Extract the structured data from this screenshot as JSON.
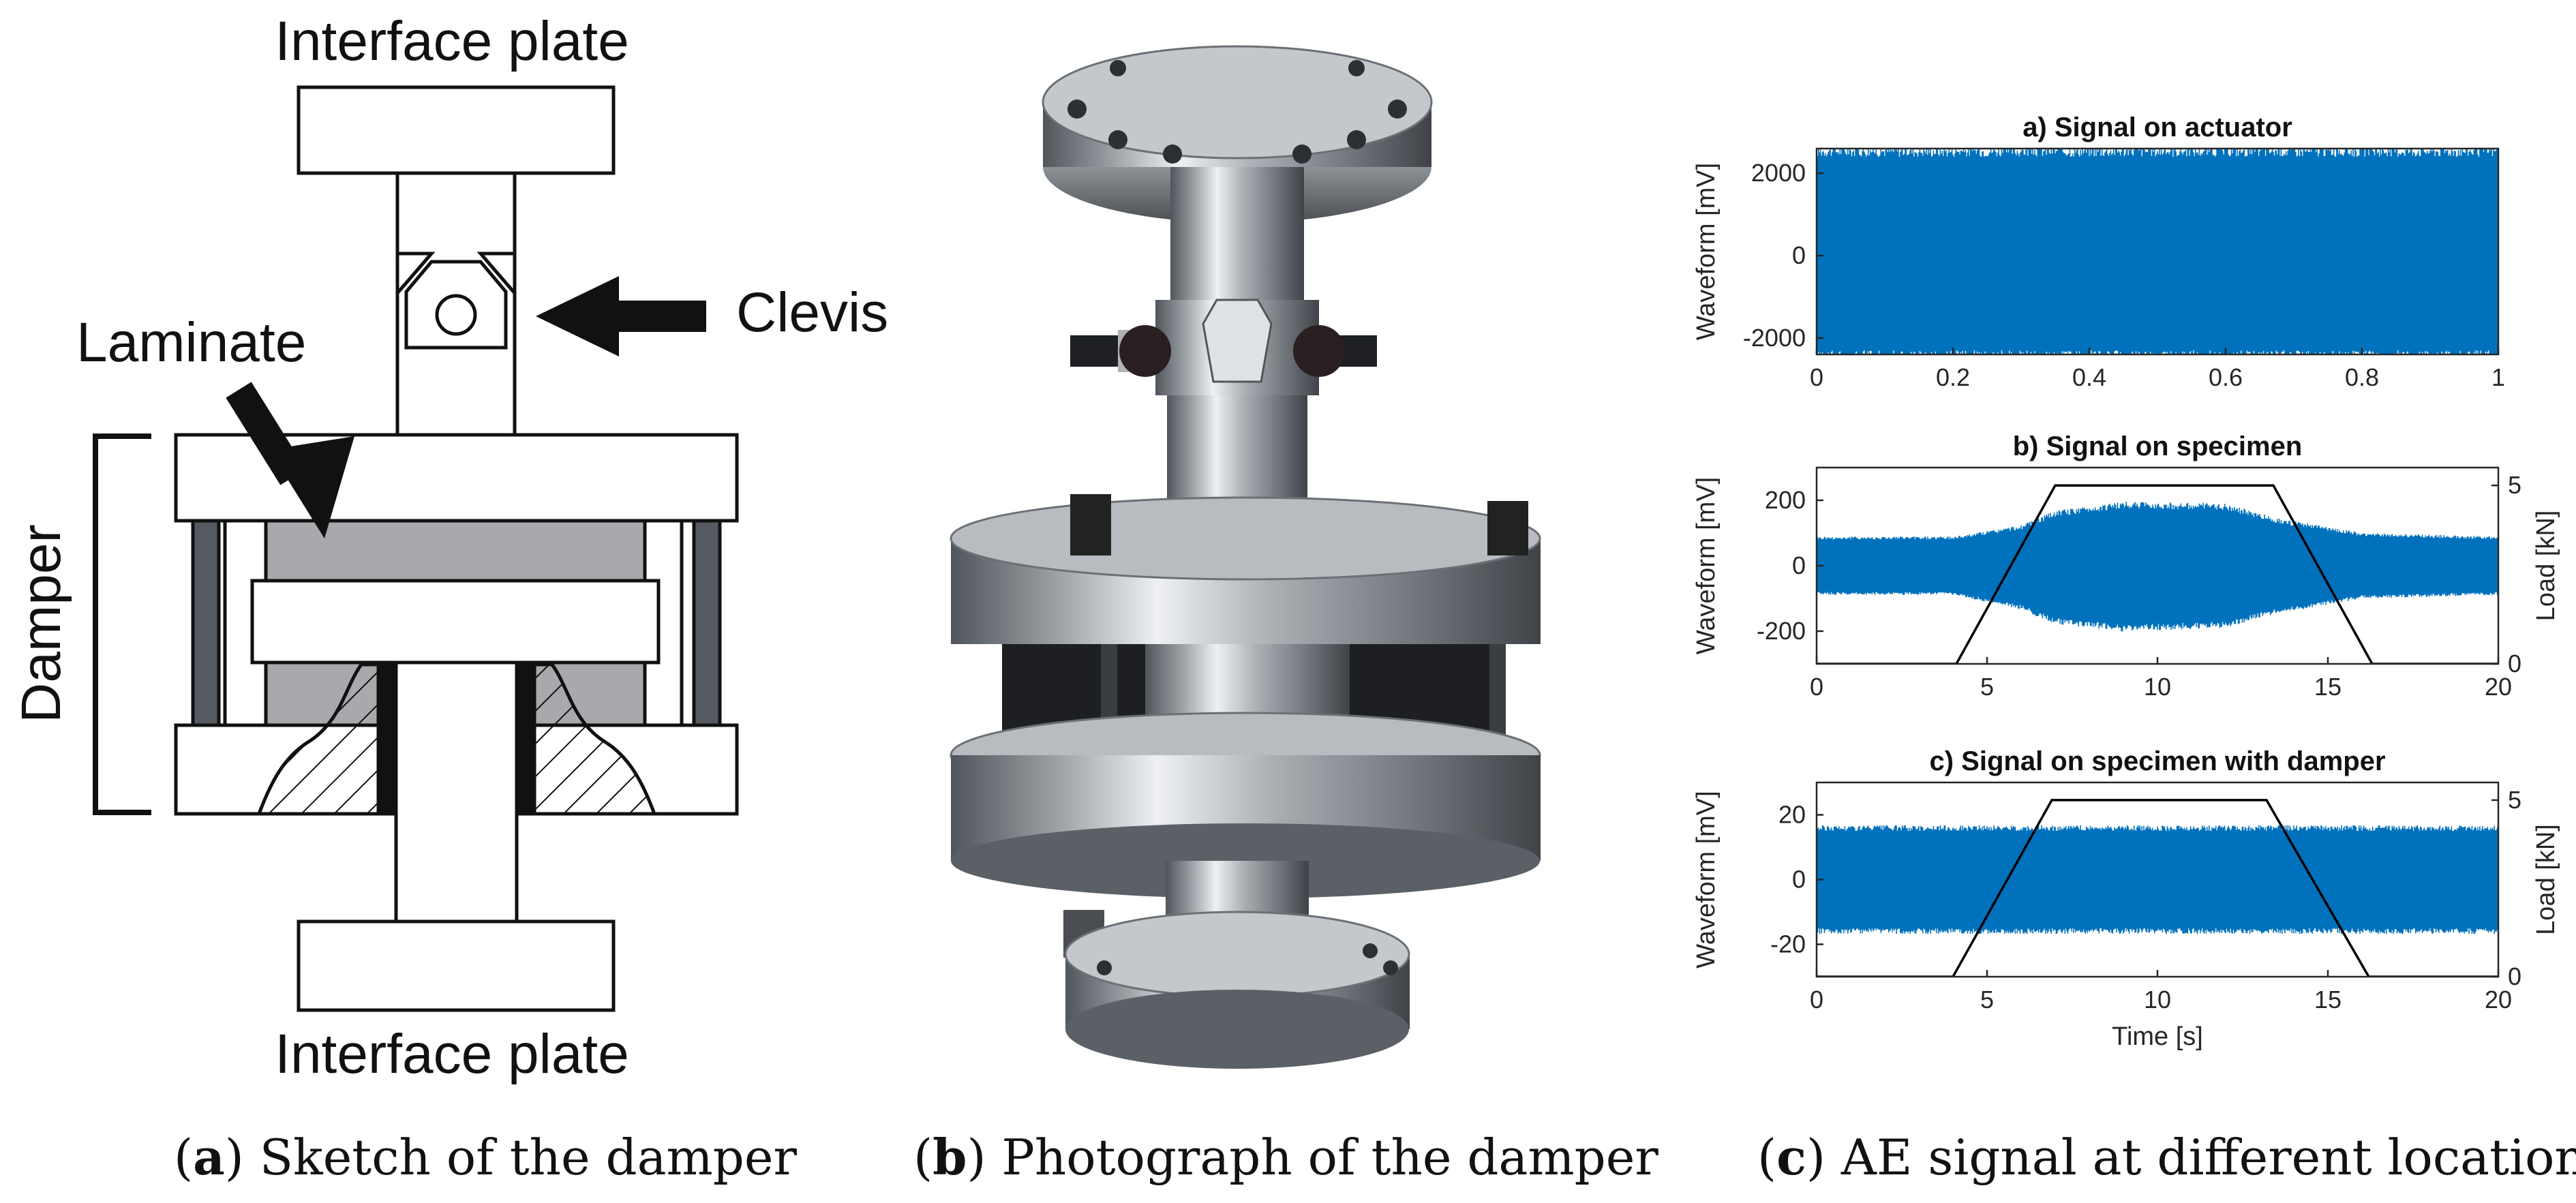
{
  "sketch": {
    "label_top": "Interface plate",
    "label_bottom": "Interface plate",
    "label_clevis": "Clevis",
    "label_laminate": "Laminate",
    "label_damper": "Damper"
  },
  "captions": [
    {
      "letter": "a",
      "text": "Sketch of the damper"
    },
    {
      "letter": "b",
      "text": "Photograph of the damper"
    },
    {
      "letter": "c",
      "text": "AE signal at different locations"
    }
  ],
  "colors": {
    "signal": "#0072bd",
    "load": "#000000",
    "laminate": "#a9a9ad",
    "steel_dark": "#555a60",
    "steel_light": "#e2e5e8"
  },
  "chart_data": [
    {
      "type": "area",
      "title": "a) Signal on actuator",
      "xlabel": "",
      "ylabel": "Waveform [mV]",
      "xlim": [
        0,
        1
      ],
      "ylim": [
        -2400,
        2600
      ],
      "xticks": [
        0,
        0.2,
        0.4,
        0.6,
        0.8,
        1
      ],
      "yticks": [
        -2000,
        0,
        2000
      ],
      "series": [
        {
          "x": [
            0,
            1
          ],
          "upper": [
            2400,
            2400
          ],
          "lower": [
            -2300,
            -2300
          ]
        }
      ]
    },
    {
      "type": "area",
      "title": "b) Signal on specimen",
      "xlabel": "",
      "ylabel": "Waveform [mV]",
      "y2label": "Load [kN]",
      "xlim": [
        0,
        20
      ],
      "ylim": [
        -300,
        300
      ],
      "y2lim": [
        0,
        5.5
      ],
      "xticks": [
        0,
        5,
        10,
        15,
        20
      ],
      "yticks": [
        -200,
        0,
        200
      ],
      "y2ticks": [
        0,
        5
      ],
      "series": [
        {
          "x": [
            0,
            4,
            6,
            7,
            9,
            12,
            13.5,
            16,
            20
          ],
          "upper": [
            80,
            80,
            110,
            150,
            175,
            170,
            130,
            90,
            80
          ],
          "lower": [
            -80,
            -80,
            -120,
            -160,
            -180,
            -170,
            -130,
            -90,
            -80
          ]
        },
        {
          "x": [
            0,
            4.1,
            7,
            13.4,
            16.3,
            20
          ],
          "y": [
            0,
            0,
            5,
            5,
            0,
            0
          ],
          "axis": "y2"
        }
      ]
    },
    {
      "type": "area",
      "title": "c) Signal on specimen with damper",
      "xlabel": "Time [s]",
      "ylabel": "Waveform [mV]",
      "y2label": "Load [kN]",
      "xlim": [
        0,
        20
      ],
      "ylim": [
        -30,
        30
      ],
      "y2lim": [
        0,
        5.5
      ],
      "xticks": [
        0,
        5,
        10,
        15,
        20
      ],
      "yticks": [
        -20,
        0,
        20
      ],
      "y2ticks": [
        0,
        5
      ],
      "series": [
        {
          "x": [
            0,
            20
          ],
          "upper": [
            15,
            15
          ],
          "lower": [
            -15,
            -15
          ]
        },
        {
          "x": [
            0,
            4,
            6.9,
            13.2,
            16.2,
            20
          ],
          "y": [
            0,
            0,
            5,
            5,
            0,
            0
          ],
          "axis": "y2"
        }
      ]
    }
  ]
}
